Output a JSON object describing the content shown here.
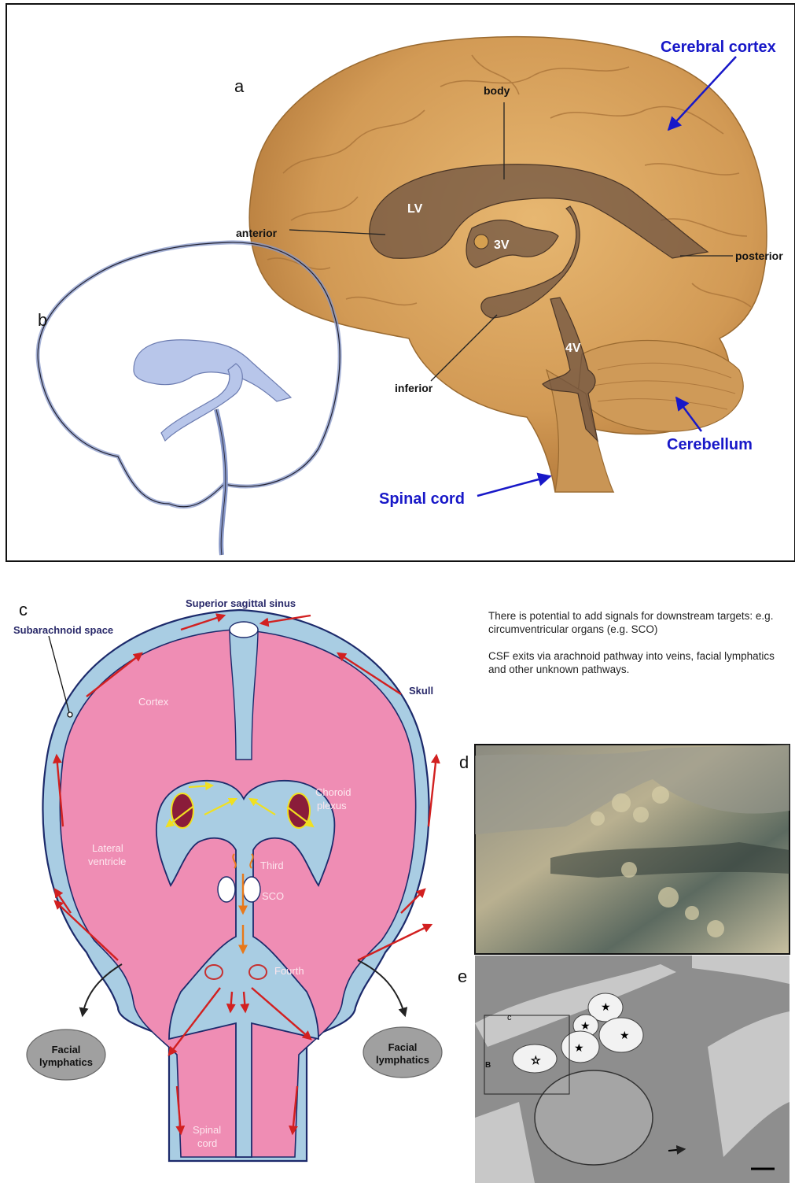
{
  "panel_a": {
    "letter": "a",
    "labels": {
      "cerebral_cortex": "Cerebral cortex",
      "body": "body",
      "lv": "LV",
      "anterior": "anterior",
      "third_v": "3V",
      "posterior": "posterior",
      "fourth_v": "4V",
      "inferior": "inferior",
      "cerebellum": "Cerebellum",
      "spinal_cord": "Spinal cord"
    }
  },
  "panel_b": {
    "letter": "b"
  },
  "panel_c": {
    "letter": "c",
    "labels": {
      "superior_sagittal_sinus": "Superior sagittal sinus",
      "subarachnoid_space": "Subarachnoid space",
      "skull": "Skull",
      "cortex": "Cortex",
      "choroid_plexus_1": "Choroid",
      "choroid_plexus_2": "plexus",
      "lateral_ventricle_1": "Lateral",
      "lateral_ventricle_2": "ventricle",
      "third": "Third",
      "sco": "SCO",
      "fourth": "Fourth",
      "spinal_cord_1": "Spinal",
      "spinal_cord_2": "cord",
      "facial_lymphatics_left_1": "Facial",
      "facial_lymphatics_left_2": "lymphatics",
      "facial_lymphatics_right_1": "Facial",
      "facial_lymphatics_right_2": "lymphatics"
    }
  },
  "notes": {
    "note1": "There is potential to add signals for downstream targets: e.g. circumventricular organs (e.g. SCO)",
    "note2": "CSF exits via arachnoid pathway into veins, facial lymphatics and other unknown pathways."
  },
  "panel_d": {
    "letter": "d"
  },
  "panel_e": {
    "letter": "e",
    "labels": {
      "c": "c",
      "b": "B"
    }
  },
  "colors": {
    "annotation_blue": "#1818c8",
    "brain_tan": "#d9a55c",
    "ventricle_brown": "#6b5040",
    "csf_blue": "#a9cde3",
    "tissue_pink": "#ef8db4",
    "flow_red": "#d22020",
    "flow_orange": "#e8791a",
    "flow_yellow": "#f0e020"
  }
}
